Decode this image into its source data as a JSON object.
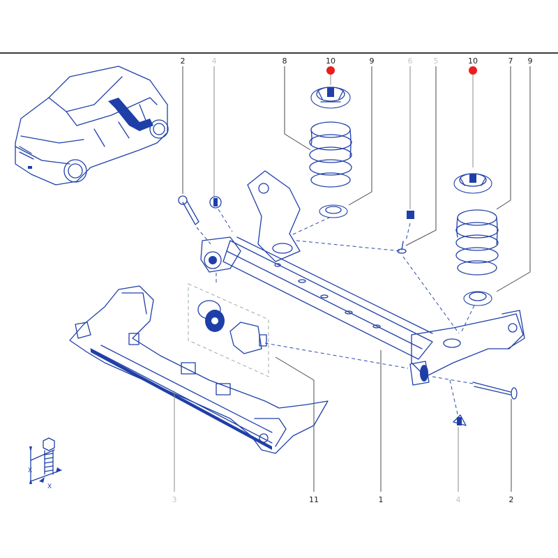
{
  "diagram": {
    "colors": {
      "ink": "#1f3fa8",
      "marker": "#ee1c1c",
      "label_active": "#1a1a1a",
      "label_inactive": "#c4c4c4"
    },
    "top_labels": [
      {
        "text": "2",
        "state": "active"
      },
      {
        "text": "4",
        "state": "inactive"
      },
      {
        "text": "8",
        "state": "active"
      },
      {
        "text": "10",
        "state": "active",
        "marker": true
      },
      {
        "text": "9",
        "state": "active"
      },
      {
        "text": "6",
        "state": "inactive"
      },
      {
        "text": "5",
        "state": "inactive"
      },
      {
        "text": "10",
        "state": "active",
        "marker": true
      },
      {
        "text": "7",
        "state": "active"
      },
      {
        "text": "9",
        "state": "active"
      }
    ],
    "bottom_labels": [
      {
        "text": "3",
        "state": "inactive"
      },
      {
        "text": "11",
        "state": "active"
      },
      {
        "text": "1",
        "state": "active"
      },
      {
        "text": "4",
        "state": "inactive"
      },
      {
        "text": "2",
        "state": "active"
      }
    ],
    "torque_symbol": {
      "dimension_label_a": "X",
      "dimension_label_b": "X"
    },
    "icons": [
      "vehicle-locator-icon",
      "torque-tightening-icon"
    ]
  }
}
